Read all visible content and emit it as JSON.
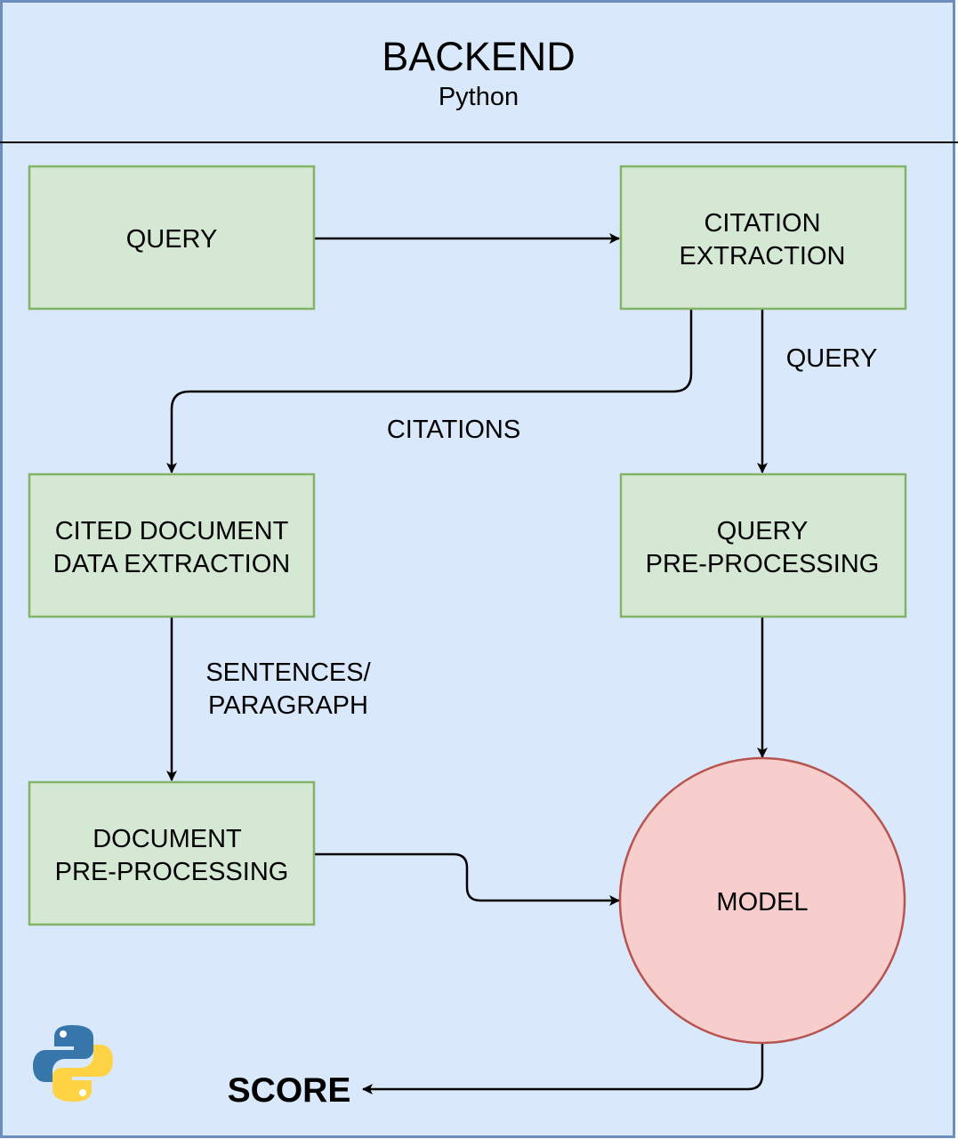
{
  "header": {
    "title": "BACKEND",
    "subtitle": "Python"
  },
  "nodes": {
    "query": {
      "label": [
        "QUERY"
      ]
    },
    "citation_extraction": {
      "label": [
        "CITATION",
        "EXTRACTION"
      ]
    },
    "cited_document": {
      "label": [
        "CITED DOCUMENT",
        "DATA EXTRACTION"
      ]
    },
    "query_preprocessing": {
      "label": [
        "QUERY",
        "PRE-PROCESSING"
      ]
    },
    "document_preprocessing": {
      "label": [
        "DOCUMENT",
        "PRE-PROCESSING"
      ]
    },
    "model": {
      "label": [
        "MODEL"
      ]
    }
  },
  "edge_labels": {
    "citations": "CITATIONS",
    "query": "QUERY",
    "sentences": [
      "SENTENCES/",
      "PARAGRAPH"
    ]
  },
  "output": {
    "label": "SCORE"
  },
  "icons": {
    "logo": "python-logo-icon"
  },
  "colors": {
    "container_fill": "#dae8fc",
    "container_stroke": "#6c8ebf",
    "process_fill": "#d5e8d4",
    "process_stroke": "#82b366",
    "model_fill": "#f8cecc",
    "model_stroke": "#b85450",
    "python_blue": "#3776ab",
    "python_yellow": "#ffd343"
  }
}
